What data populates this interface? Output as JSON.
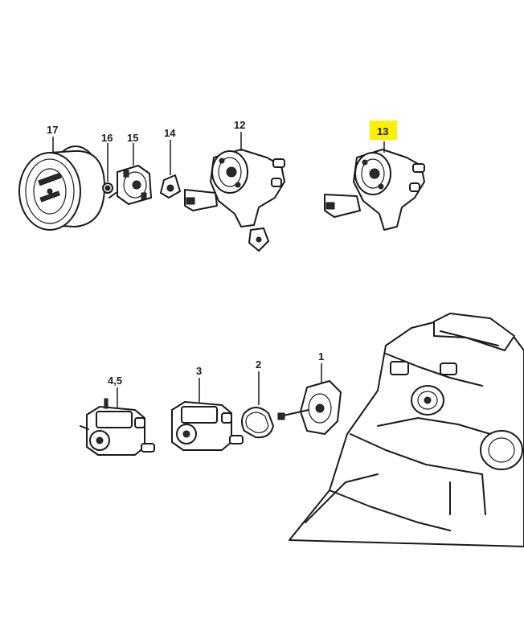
{
  "callouts": {
    "p17": "17",
    "p16": "16",
    "p15": "15",
    "p14": "14",
    "p12": "12",
    "p13": "13",
    "p45": "4,5",
    "p3": "3",
    "p2": "2",
    "p1": "1"
  },
  "highlight": {
    "part": "13",
    "color": "#ffef00"
  }
}
